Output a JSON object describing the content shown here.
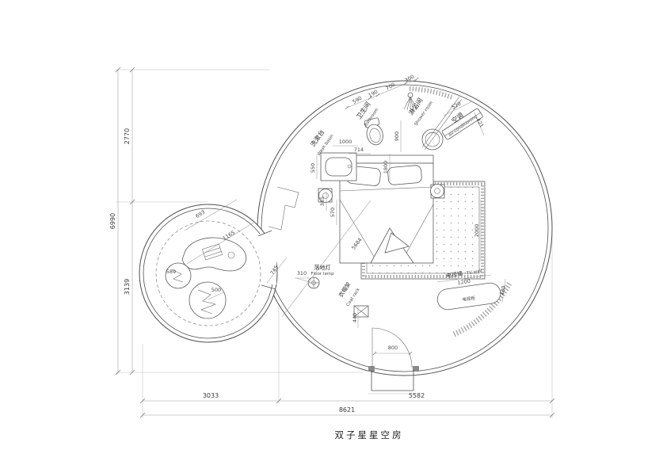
{
  "title": "双子星星空房",
  "labels": {
    "bathroom_cn": "卫生间",
    "bathroom_en": "Bathroom",
    "shower_cn": "淋浴间",
    "shower_en": "Shower room",
    "washbasin_cn": "洗漱台",
    "washbasin_en": "Wash basin",
    "ac_cn": "空调",
    "ac_en": "air-conditioning",
    "floorlamp_cn": "落地灯",
    "floorlamp_en": "Floor lamp",
    "coatrack_cn": "衣帽架",
    "coatrack_en": "Coat rack",
    "tvwall_cn": "电视墙",
    "tvwall_en": "TV wall",
    "tvcabinet_cn": "电视柜"
  },
  "dims": {
    "chain_590": "590",
    "chain_190": "190",
    "chain_700": "700",
    "chain_300": "300",
    "ac_520": "520",
    "ac_421": "421",
    "toilet_714": "714",
    "shower_900": "900",
    "basin_1000": "1000",
    "basin_550": "550",
    "bed_1800": "1800",
    "bed_365": "365",
    "bed_570": "570",
    "carpet_2000": "2000",
    "diag_5684": "5684",
    "table_1165": "1165",
    "table_693": "693",
    "diag_745": "745",
    "lamp_310": "310",
    "rack_440": "440",
    "pouf_589": "589",
    "pouf_500": "500",
    "tv_1200": "1200",
    "tv_400": "400",
    "door_800": "800",
    "left_2770": "2770",
    "left_3139": "3139",
    "left_6990": "6990",
    "bottom_3033": "3033",
    "bottom_5582": "5582",
    "bottom_8621": "8621"
  }
}
